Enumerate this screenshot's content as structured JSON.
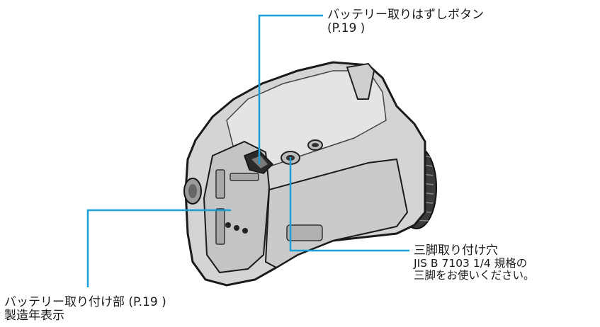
{
  "labels": {
    "battery_release": {
      "title": "バッテリー取りはずしボタン",
      "page_ref": "(P.19 )"
    },
    "tripod_hole": {
      "title": "三脚取り付け穴",
      "line1": "JIS B 7103 1/4 規格の",
      "line2": "三脚をお使いください。"
    },
    "battery_mount": {
      "title": "バッテリー取り付け部 (P.19 )",
      "line2": "製造年表示"
    }
  },
  "colors": {
    "leader": "#19a0d8",
    "camera_body": "#d8d8d8",
    "camera_outline": "#1a1a1a"
  }
}
